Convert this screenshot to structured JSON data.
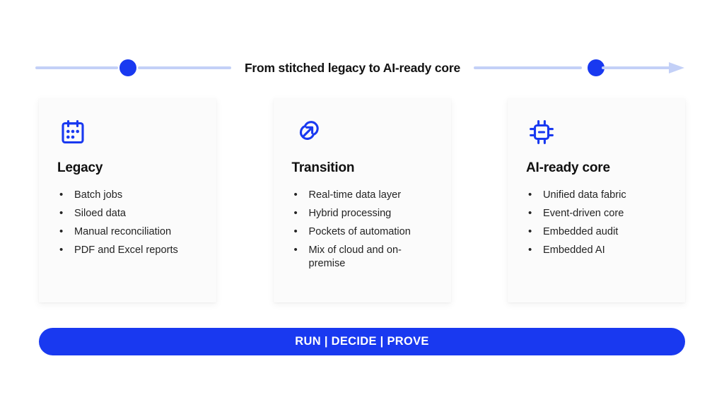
{
  "colors": {
    "accent_blue": "#1939f0",
    "timeline_line": "#c3d0f7",
    "card_bg": "#fbfbfb",
    "page_bg": "#ffffff",
    "text": "#232323",
    "heading": "#101010",
    "banner_text": "#ffffff"
  },
  "timeline": {
    "title": "From stitched legacy to AI-ready core",
    "markers": [
      {
        "label": "milestone-1"
      },
      {
        "label": "milestone-2"
      }
    ],
    "direction": "left-to-right"
  },
  "cards": [
    {
      "icon": "calendar-batch-icon",
      "title": "Legacy",
      "items": [
        "Batch jobs",
        "Siloed data",
        "Manual reconciliation",
        "PDF and Excel reports"
      ]
    },
    {
      "icon": "link-transition-icon",
      "title": "Transition",
      "items": [
        "Real-time data layer",
        "Hybrid processing",
        "Pockets of automation",
        "Mix of cloud and on-premise"
      ]
    },
    {
      "icon": "cpu-chip-icon",
      "title": "AI-ready core",
      "items": [
        "Unified data fabric",
        "Event-driven core",
        "Embedded audit",
        "Embedded AI"
      ]
    }
  ],
  "banner": {
    "text": "RUN | DECIDE | PROVE"
  }
}
